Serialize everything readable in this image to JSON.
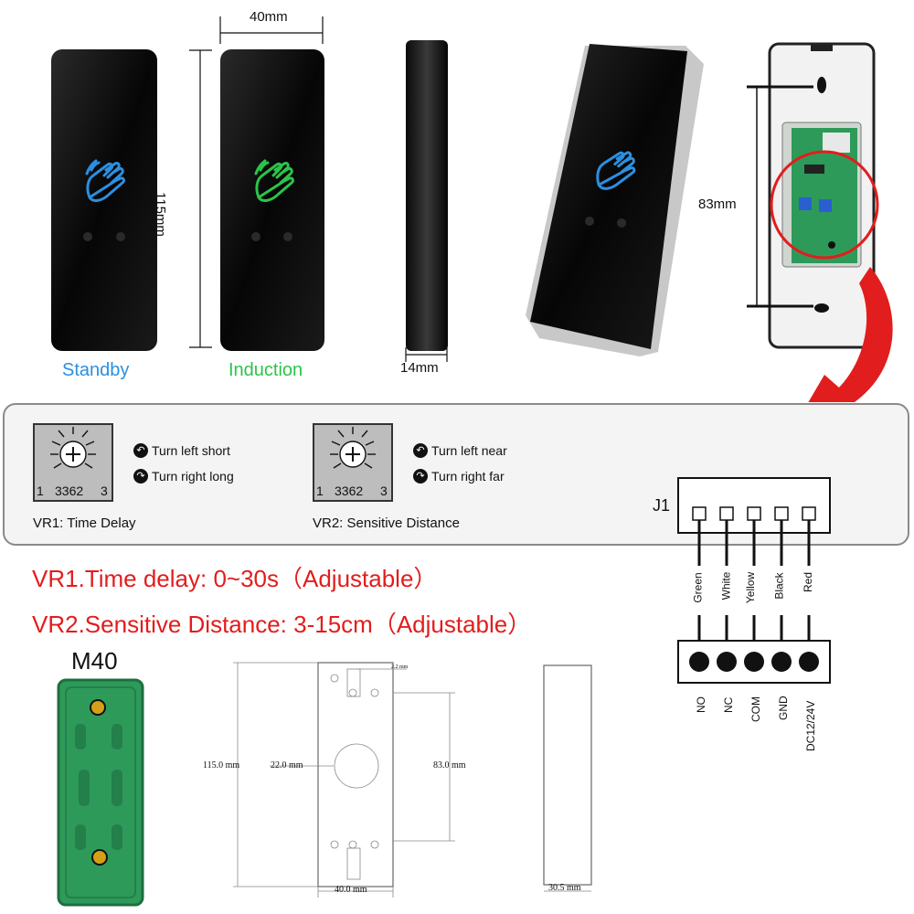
{
  "dimensions": {
    "width_label": "40mm",
    "height_label": "115mm",
    "depth_label": "14mm",
    "mount_label": "83mm"
  },
  "states": {
    "standby": "Standby",
    "induction": "Induction"
  },
  "colors": {
    "standby_blue": "#2b8fe0",
    "induction_green": "#2bc44a",
    "accent_red": "#e21d1d",
    "pcb_green": "#2e9a5a"
  },
  "vr1": {
    "pot_left": "1",
    "pot_mid": "3362",
    "pot_right": "3",
    "turn_left": "Turn left short",
    "turn_right": "Turn right long",
    "title": "VR1: Time Delay"
  },
  "vr2": {
    "pot_left": "1",
    "pot_mid": "3362",
    "pot_right": "3",
    "turn_left": "Turn left near",
    "turn_right": "Turn right far",
    "title": "VR2: Sensitive Distance"
  },
  "connector": {
    "name": "J1",
    "wires": [
      "Green",
      "White",
      "Yellow",
      "Black",
      "Red"
    ],
    "terminals": [
      "NO",
      "NC",
      "COM",
      "GND",
      "DC12/24V"
    ]
  },
  "spec_lines": {
    "line1": "VR1.Time delay: 0~30s（Adjustable）",
    "line2": "VR2.Sensitive Distance: 3-15cm（Adjustable）"
  },
  "model": "M40",
  "drawing": {
    "height": "115.0 mm",
    "hole_dia": "22.0 mm",
    "hole_spacing": "83.0 mm",
    "width": "40.0 mm",
    "thickness": "30.5 mm",
    "slot": "2.2 mm"
  }
}
